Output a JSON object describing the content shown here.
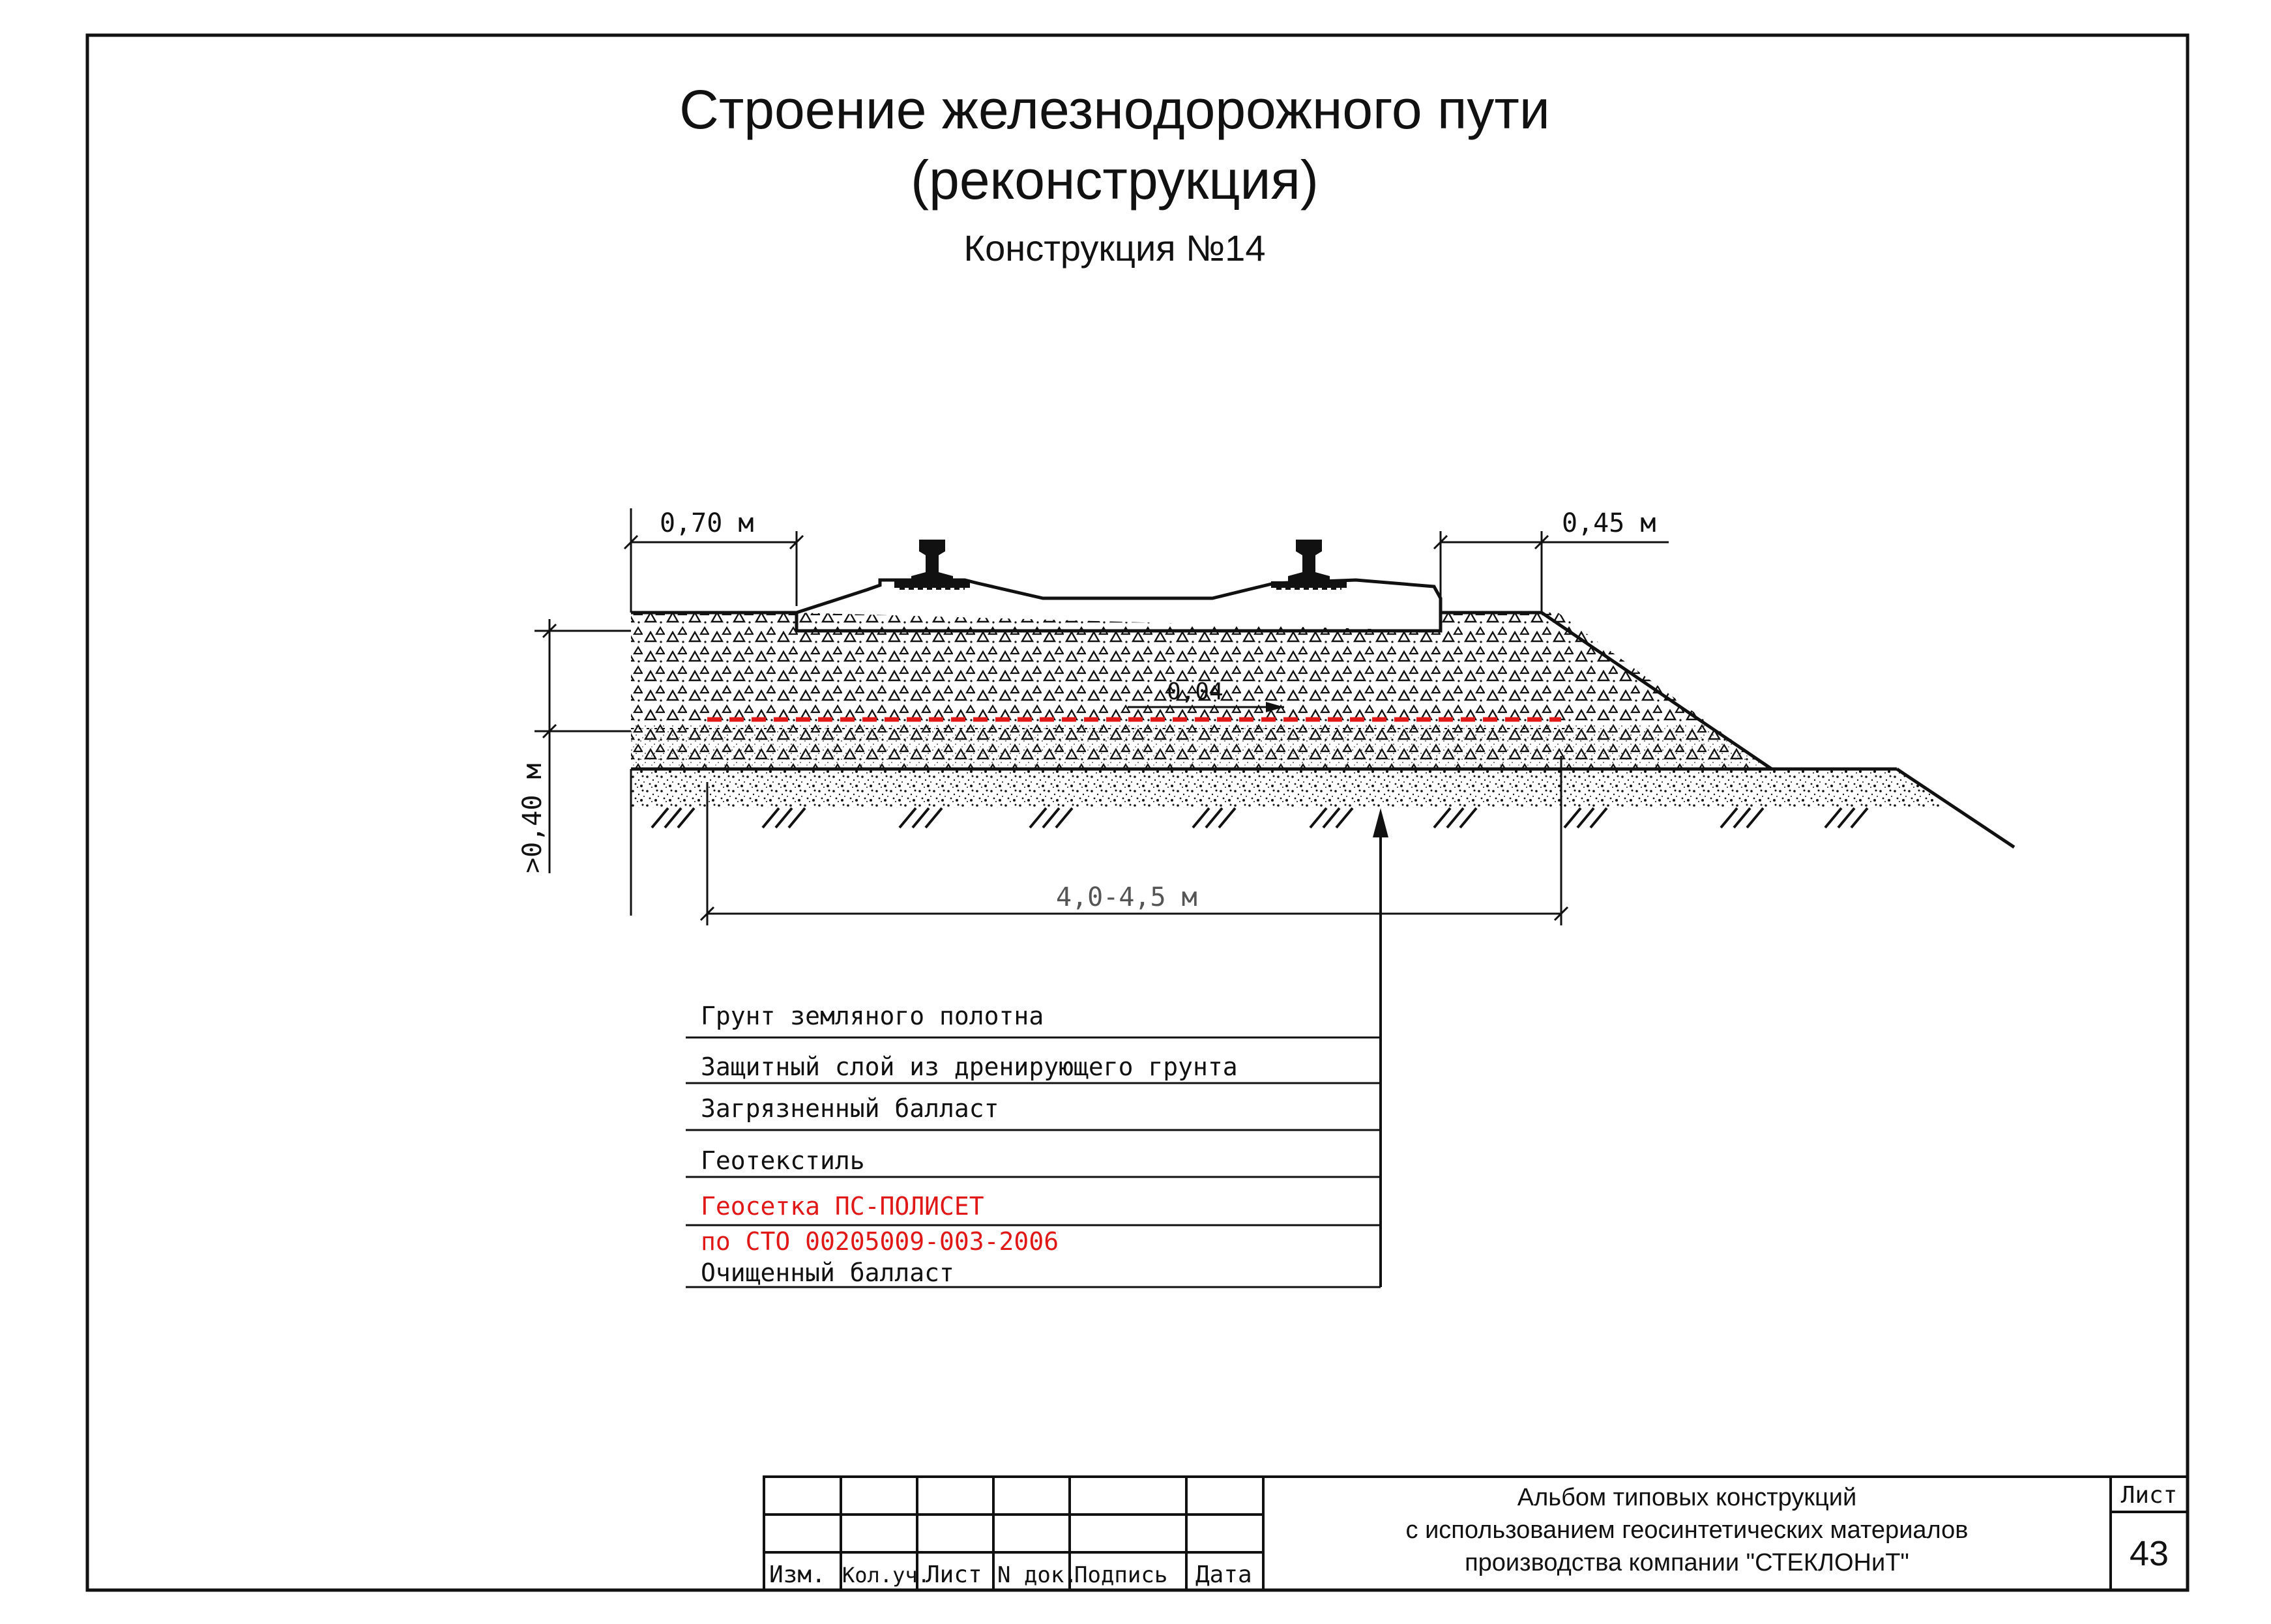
{
  "title": {
    "line1": "Строение железнодорожного пути",
    "line2": "(реконструкция)",
    "subtitle": "Конструкция №14"
  },
  "dimensions": {
    "left_shoulder": "0,70 м",
    "right_shoulder": "0,45 м",
    "depth": ">0,40 м",
    "width": "4,0-4,5 м",
    "slope": "0,04"
  },
  "legend": {
    "items": [
      {
        "text": "Грунт земляного полотна",
        "color": "#111111"
      },
      {
        "text": "Защитный слой из дренирующего грунта",
        "color": "#111111"
      },
      {
        "text": "Загрязненный балласт",
        "color": "#111111"
      },
      {
        "text": "Геотекстиль",
        "color": "#111111"
      },
      {
        "text": "Геосетка ПС-ПОЛИСЕТ",
        "color": "#e01818"
      },
      {
        "text": "по СТО 00205009-003-2006",
        "color": "#e01818"
      },
      {
        "text": "Очищенный балласт",
        "color": "#111111"
      }
    ]
  },
  "title_block": {
    "columns": [
      "Изм.",
      "Кол.уч.",
      "Лист",
      "N док.",
      "Подпись",
      "Дата"
    ],
    "album": {
      "line1": "Альбом типовых конструкций",
      "line2": "с использованием геосинтетических материалов",
      "line3": "производства компании \"СТЕКЛОНиТ\""
    },
    "sheet_label": "Лист",
    "sheet_number": "43"
  },
  "colors": {
    "ink": "#111111",
    "geogrid": "#e01818"
  }
}
